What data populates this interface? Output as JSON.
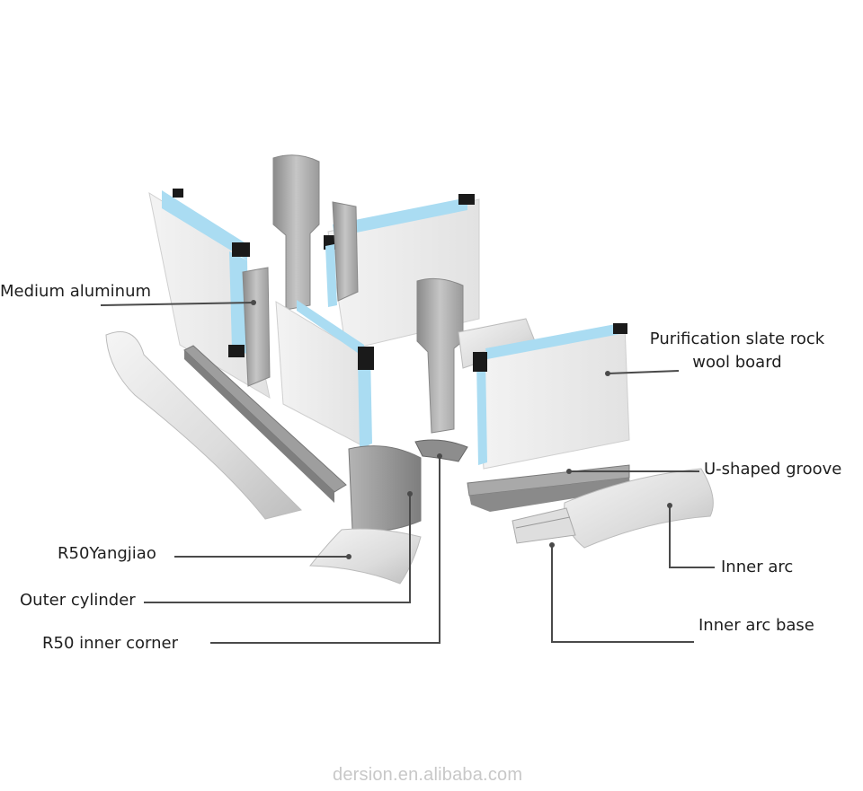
{
  "labels": {
    "medium_aluminum": "Medium aluminum",
    "purification_line1": "Purification slate rock",
    "purification_line2": "wool board",
    "u_shaped_groove": "U-shaped groove",
    "inner_arc": "Inner arc",
    "inner_arc_base": "Inner arc base",
    "r50_yangjiao": "R50Yangjiao",
    "outer_cylinder": "Outer cylinder",
    "r50_inner_corner": "R50 inner corner"
  },
  "watermark": "dersion.en.alibaba.com",
  "colors": {
    "panel_face": "#e9e9e9",
    "panel_side": "#d4d4d4",
    "glass": "#aadcf2",
    "gasket": "#1a1a1a",
    "aluminum": "#9c9c9c",
    "aluminum_light": "#c9c9c9",
    "arc": "#d8d8d8",
    "leader": "#4a4a4a"
  }
}
